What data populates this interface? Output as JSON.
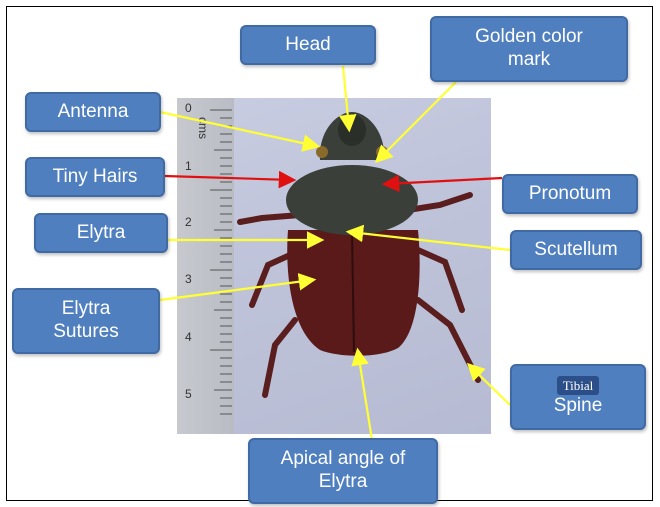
{
  "labels": {
    "head": "Head",
    "golden_line1": "Golden color",
    "golden_line2": "mark",
    "antenna": "Antenna",
    "tiny_hairs": "Tiny Hairs",
    "pronotum": "Pronotum",
    "elytra": "Elytra",
    "scutellum": "Scutellum",
    "elytra_sutures_line1": "Elytra",
    "elytra_sutures_line2": "Sutures",
    "tibial_line1": "Tibial",
    "tibial_line2": "Spine",
    "apical_line1": "Apical angle of",
    "apical_line2": "Elytra"
  },
  "ruler": {
    "unit": "cms",
    "numbers": [
      "0",
      "1",
      "2",
      "3",
      "4",
      "5"
    ]
  },
  "colors": {
    "label_fill": "#4f7fbf",
    "label_border": "#3f6aa3",
    "arrow_yellow": "#ffff33",
    "arrow_red": "#e01010",
    "beetle_body": "#5a1a1a",
    "beetle_head": "#3a3f3a"
  }
}
